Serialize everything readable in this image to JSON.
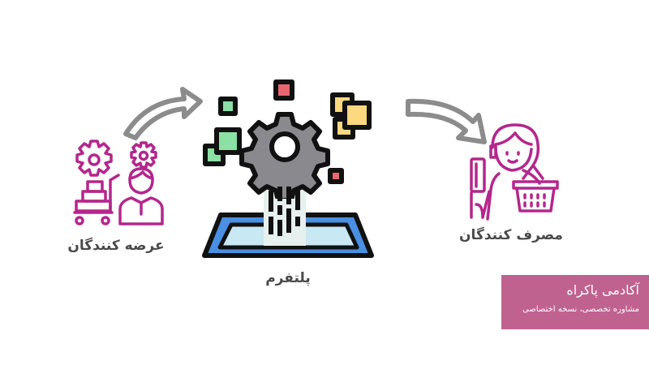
{
  "diagram": {
    "nodes": [
      {
        "id": "suppliers",
        "label": "عرضه کنندگان",
        "icon": "supplier-gears-cart-person-icon",
        "color": "#b3278c"
      },
      {
        "id": "platform",
        "label": "پلتفرم",
        "icon": "platform-gear-data-icon"
      },
      {
        "id": "consumers",
        "label": "مصرف کنندگان",
        "icon": "consumer-woman-basket-icon",
        "color": "#b3278c"
      }
    ],
    "edges": [
      {
        "from": "suppliers",
        "to": "platform",
        "icon": "curved-arrow-up-right-icon"
      },
      {
        "from": "platform",
        "to": "consumers",
        "icon": "curved-arrow-down-right-icon"
      }
    ]
  },
  "watermark": {
    "title": "آکادمی پاکراه",
    "subtitle": "مشاوره تخصصی، نسخه اختصاصی",
    "background": "#c0628f"
  },
  "colors": {
    "accent": "#b3278c",
    "arrow": "#8c8c8c",
    "label": "#4a4a4a",
    "gear": "#8a8a8e",
    "green": "#8be0a4",
    "red": "#e8676f",
    "yellow": "#fcd981",
    "blue": "#4a90e2",
    "light_blue": "#c8e8f3"
  }
}
